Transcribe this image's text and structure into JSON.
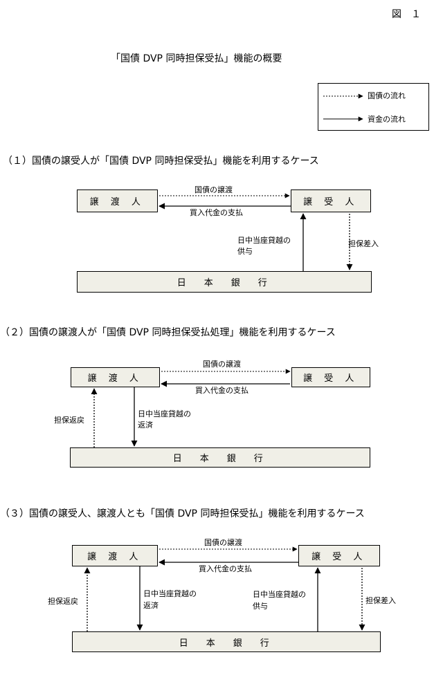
{
  "figure_number": "図　１",
  "title": "「国債 DVP 同時担保受払」機能の概要",
  "legend": {
    "bond_flow": "国債の流れ",
    "fund_flow": "資金の流れ"
  },
  "sections": [
    {
      "heading": "（１）国債の譲受人が「国債 DVP 同時担保受払」機能を利用するケース",
      "transferor": "譲 渡 人",
      "transferee": "譲 受 人",
      "bank": "日　本　銀　行",
      "bond_transfer": "国債の譲渡",
      "payment": "買入代金の支払",
      "overdraft_right_line1": "日中当座貸越の",
      "overdraft_right_line2": "供与",
      "collateral_right": "担保差入"
    },
    {
      "heading": "（２）国債の譲渡人が「国債 DVP 同時担保受払処理」機能を利用するケース",
      "transferor": "譲 渡 人",
      "transferee": "譲 受 人",
      "bank": "日　本　銀　行",
      "bond_transfer": "国債の譲渡",
      "payment": "買入代金の支払",
      "collateral_left": "担保返戻",
      "overdraft_left_line1": "日中当座貸越の",
      "overdraft_left_line2": "返済"
    },
    {
      "heading": "（３）国債の譲受人、譲渡人とも「国債 DVP 同時担保受払」機能を利用するケース",
      "transferor": "譲 渡 人",
      "transferee": "譲 受 人",
      "bank": "日　本　銀　行",
      "bond_transfer": "国債の譲渡",
      "payment": "買入代金の支払",
      "collateral_left": "担保返戻",
      "overdraft_left_line1": "日中当座貸越の",
      "overdraft_left_line2": "返済",
      "overdraft_right_line1": "日中当座貸越の",
      "overdraft_right_line2": "供与",
      "collateral_right": "担保差入"
    }
  ]
}
